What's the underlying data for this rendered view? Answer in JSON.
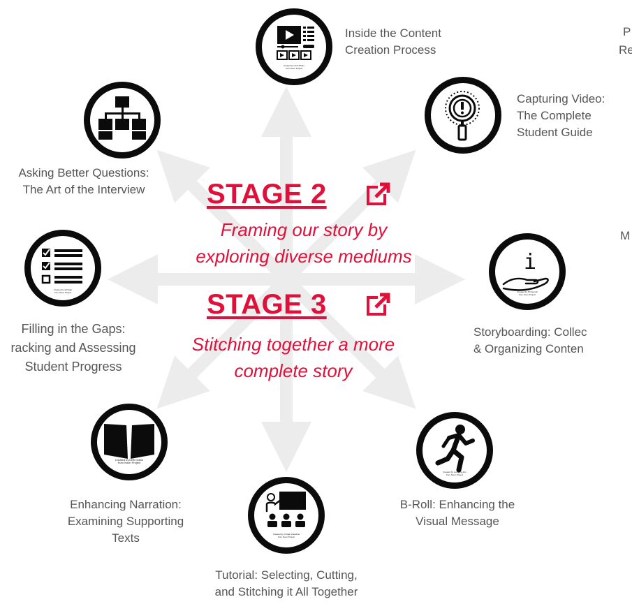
{
  "center": {
    "stage2": {
      "title": "STAGE 2",
      "subtitle_lines": [
        "Framing our story by",
        "exploring diverse mediums"
      ]
    },
    "stage3": {
      "title": "STAGE 3",
      "subtitle_lines": [
        "Stitching together a more",
        "complete story"
      ]
    },
    "link_icon": "external-link-icon",
    "accent_color": "#e0103a"
  },
  "nodes": [
    {
      "id": "content-creation",
      "icon": "video-player-icon",
      "credit": [
        "Created by Vinh Pham",
        "from Noun Project"
      ],
      "label_lines": [
        "Inside the Content",
        "Creation Process"
      ]
    },
    {
      "id": "capturing-video",
      "icon": "magnifier-alert-icon",
      "credit": [],
      "label_lines": [
        "Capturing Video:",
        "The Complete",
        "Student Guide"
      ]
    },
    {
      "id": "storyboarding",
      "icon": "info-hand-icon",
      "credit": [
        "Created by Till Teenck",
        "from Noun Project"
      ],
      "label_lines": [
        "Storyboarding: Collec",
        "& Organizing Conten"
      ]
    },
    {
      "id": "b-roll",
      "icon": "running-person-icon",
      "credit": [
        "Created by mungang kim",
        "from Noun Project"
      ],
      "label_lines": [
        "B-Roll: Enhancing the",
        "Visual Message"
      ]
    },
    {
      "id": "tutorial",
      "icon": "teacher-classroom-icon",
      "credit": [
        "Created by sri fajar praceline",
        "from Noun Project"
      ],
      "label_lines": [
        "Tutorial: Selecting, Cutting,",
        "and Stitching it All Together"
      ]
    },
    {
      "id": "narration",
      "icon": "open-book-icon",
      "credit": [
        "Created by beth bolton",
        "from Noun Project"
      ],
      "label_lines": [
        "Enhancing Narration:",
        "Examining Supporting",
        "Texts"
      ]
    },
    {
      "id": "gaps",
      "icon": "checklist-icon",
      "credit": [
        "Created by arif fajar",
        "from Noun Project"
      ],
      "label_lines": [
        "Filling in the Gaps:",
        "racking and Assessing",
        "Student Progress"
      ]
    },
    {
      "id": "questions",
      "icon": "hierarchy-icon",
      "credit": [
        "Created by Mooli",
        "from Noun Project"
      ],
      "label_lines": [
        "Asking Better Questions:",
        "The Art of the Interview"
      ]
    }
  ],
  "edge_fragments": [
    "P",
    "Re",
    "M"
  ],
  "colors": {
    "arrows": "#ececec",
    "icon": "#0b0b0b",
    "label": "#555555"
  }
}
